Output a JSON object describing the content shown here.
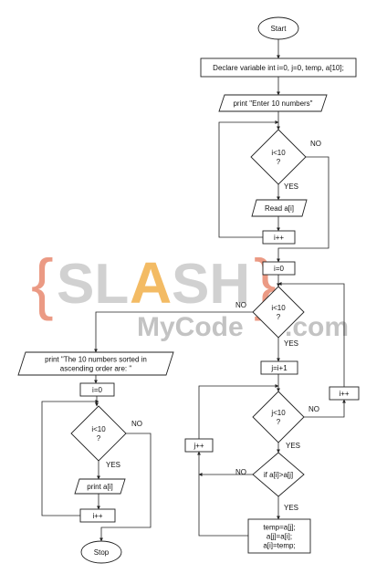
{
  "colors": {
    "stroke": "#222222",
    "fill": "#ffffff",
    "text": "#111111",
    "watermark_red": "#e8896f",
    "watermark_orange": "#f2b04a",
    "watermark_gray": "#b9b9b9"
  },
  "watermark": {
    "open_brace": "{",
    "letters_1": "SL",
    "letter_a": "A",
    "letters_2": "SH",
    "close_brace": "}",
    "sub_1": "MyCode",
    "sub_2": ".com"
  },
  "nodes": {
    "start": "Start",
    "declare": "Declare variable int i=0, j=0, temp, a[10];",
    "print_enter": "print \"Enter 10 numbers\"",
    "cond_i10_1": [
      "i<10",
      "?"
    ],
    "read": "Read a[i]",
    "inc_i_1": "i++",
    "set_i0_1": "i=0",
    "cond_i10_2": [
      "i<10",
      "?"
    ],
    "set_j": "j=i+1",
    "cond_j10": [
      "j<10",
      "?"
    ],
    "if_swap": "if a[i]>a[j]",
    "swap_block": [
      "temp=a[j];",
      "a[j]=a[i];",
      "a[i]=temp;"
    ],
    "inc_j": "j++",
    "inc_i_2": "i++",
    "print_sorted": [
      "print \"The 10 numbers sorted in",
      "ascending order are: \""
    ],
    "set_i0_2": "i=0",
    "cond_i10_3": [
      "i<10",
      "?"
    ],
    "print_ai": "print a[i]",
    "inc_i_3": "i++",
    "stop": "Stop"
  },
  "edges": {
    "yes": "YES",
    "no": "NO"
  }
}
